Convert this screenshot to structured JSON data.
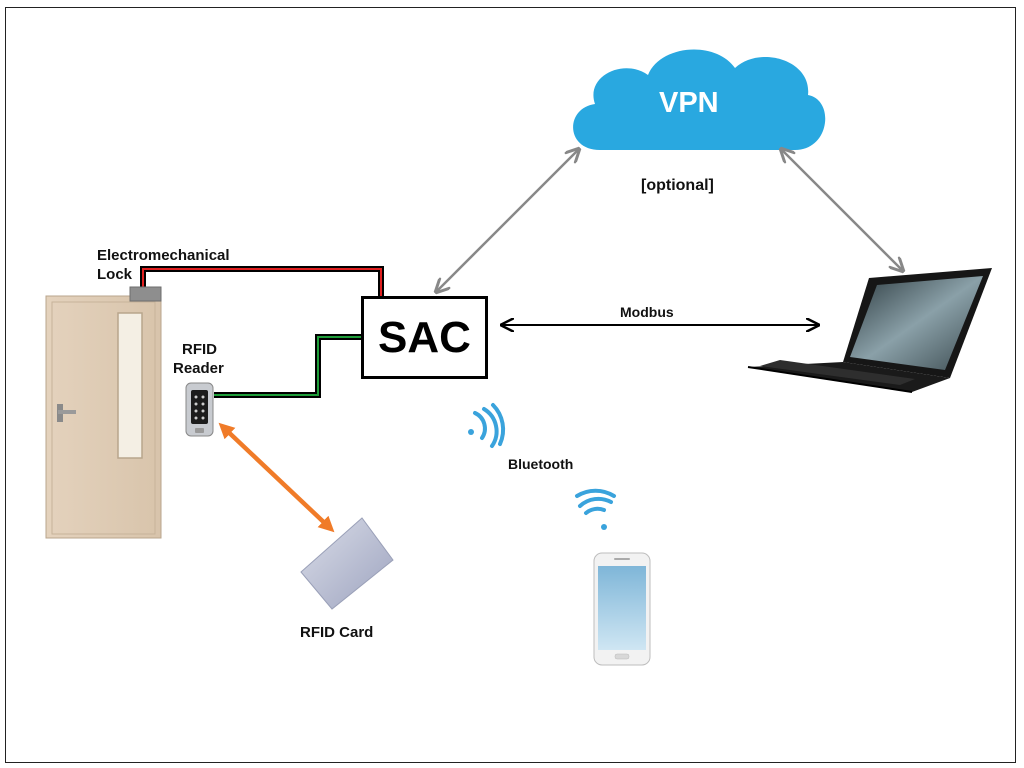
{
  "labels": {
    "vpn": "VPN",
    "optional": "[optional]",
    "sac": "SAC",
    "modbus": "Modbus",
    "lock_line1": "Electromechanical",
    "lock_line2": "Lock",
    "reader_line1": "RFID",
    "reader_line2": "Reader",
    "bluetooth": "Bluetooth",
    "rfid_card": "RFID Card"
  },
  "colors": {
    "cloud": "#29a8e0",
    "lock_wire": "#e02020",
    "reader_wire": "#1f9e3a",
    "wire": "#000000",
    "vpn_arrow": "#888888",
    "modbus_arrow": "#000000",
    "rfid_arrow": "#f07b28",
    "wifi": "#3aa3dc"
  },
  "icons": [
    "door-icon",
    "lock-icon",
    "rfid-reader-icon",
    "rfid-card-icon",
    "laptop-icon",
    "smartphone-icon",
    "bluetooth-wave-icon",
    "cloud-icon"
  ]
}
